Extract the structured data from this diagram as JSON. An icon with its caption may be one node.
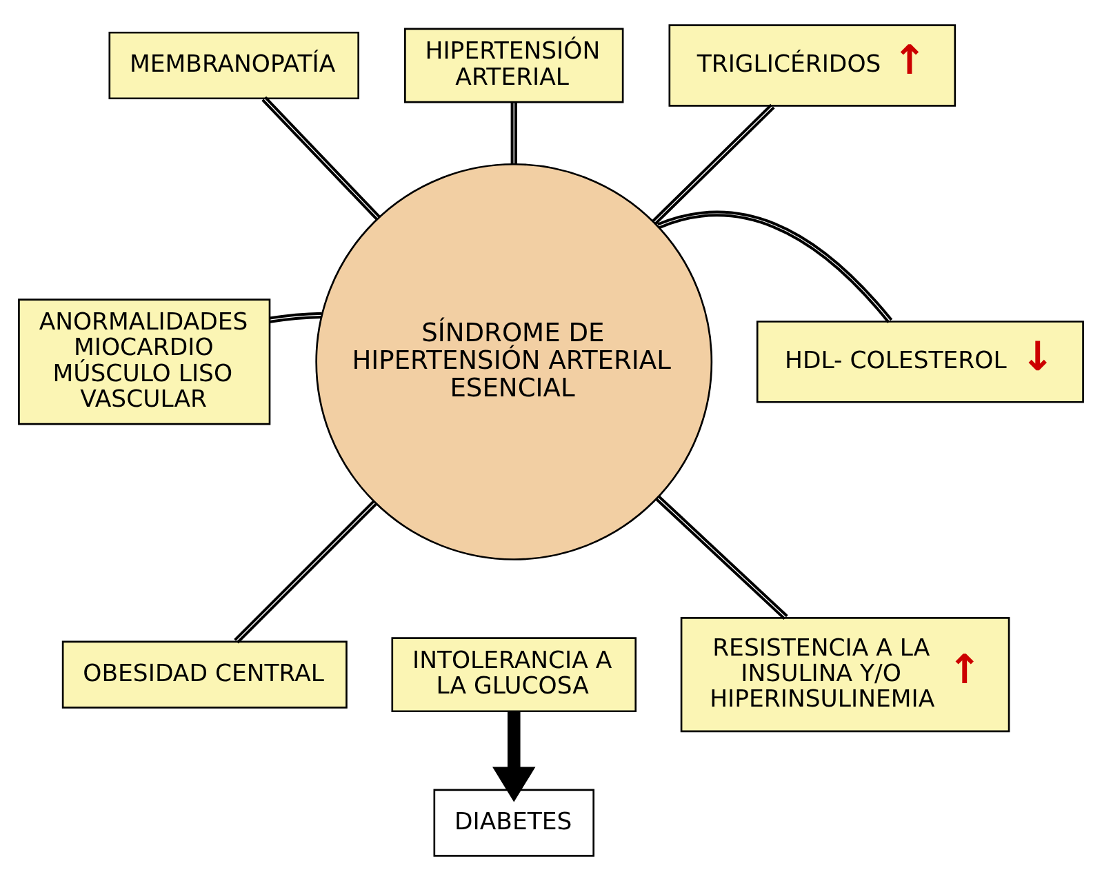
{
  "diagram": {
    "nodes": [
      {
        "text": [
          "SÍNDROME DE HIPERTENSIÓN ARTERIAL ESENCIAL"
        ]
      },
      {
        "text": [
          "HIPERTENSIÓN ARTERIAL"
        ]
      },
      {
        "text": [
          "MEMBRANOPATÍA"
        ]
      },
      {
        "text": [
          "TRIGLICÉRIDOS",
          "↑"
        ]
      },
      {
        "text": [
          "ANORMALIDADES MIOCARDIO MÚSCULO LISO VASCULAR"
        ]
      },
      {
        "text": [
          "HDL- COLESTEROL",
          "↓"
        ]
      },
      {
        "text": [
          "OBESIDAD CENTRAL"
        ]
      },
      {
        "text": [
          "RESISTENCIA A LA INSULINA Y/O HIPERINSULINEMIA",
          "↑"
        ]
      },
      {
        "text": [
          "INTOLERANCIA A LA GLUCOSA"
        ]
      },
      {
        "text": [
          "DIABETES"
        ]
      }
    ],
    "edges": [
      {
        "from": 0,
        "to": 1,
        "arrow": "none"
      },
      {
        "from": 0,
        "to": 2,
        "arrow": "none"
      },
      {
        "from": 0,
        "to": 3,
        "arrow": "none"
      },
      {
        "from": 0,
        "to": 4,
        "arrow": "none"
      },
      {
        "from": 0,
        "to": 5,
        "arrow": "none"
      },
      {
        "from": 0,
        "to": 6,
        "arrow": "none"
      },
      {
        "from": 0,
        "to": 7,
        "arrow": "none"
      },
      {
        "from": 8,
        "to": 9,
        "arrow": "to",
        "style": "thick"
      }
    ]
  }
}
